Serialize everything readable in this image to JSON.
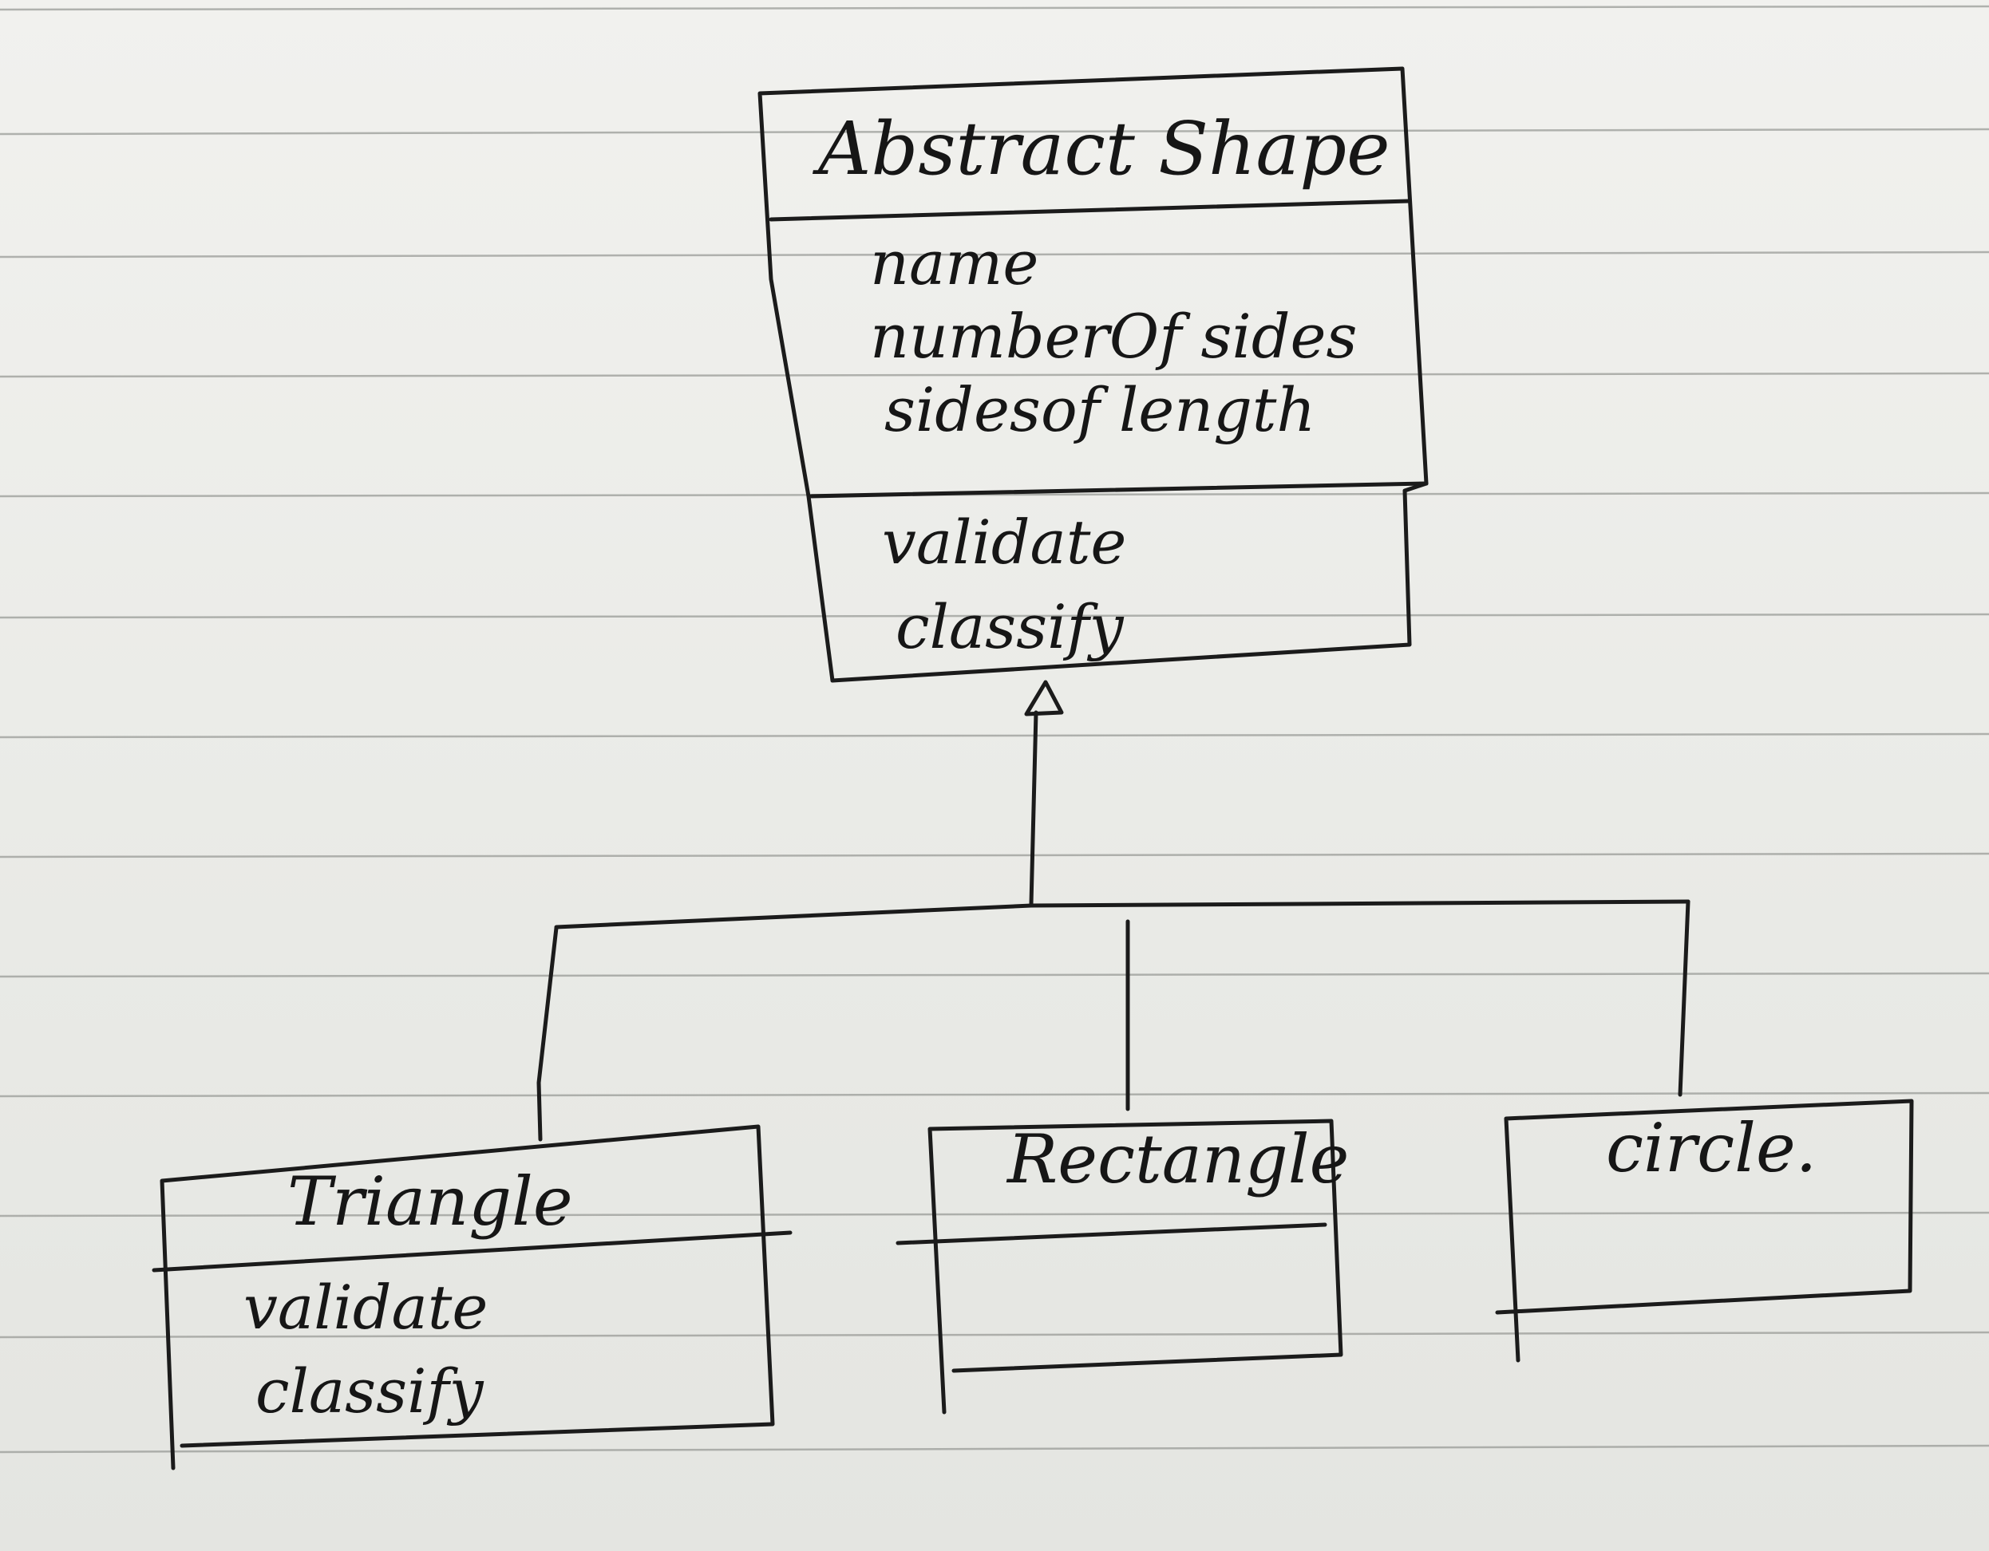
{
  "diagram": {
    "parent_class": {
      "name": "Abstract Shape",
      "attributes": [
        "name",
        "numberOf sides",
        "sidesof length"
      ],
      "methods": [
        "validate",
        "classify"
      ]
    },
    "child_classes": [
      {
        "name": "Triangle",
        "methods": [
          "validate",
          "classify"
        ]
      },
      {
        "name": "Rectangle",
        "methods": []
      },
      {
        "name": "circle.",
        "methods": []
      }
    ]
  },
  "colors": {
    "paper": "#ecedea",
    "ink": "#1b1b1b",
    "ruled_line": "#9a9c98"
  }
}
